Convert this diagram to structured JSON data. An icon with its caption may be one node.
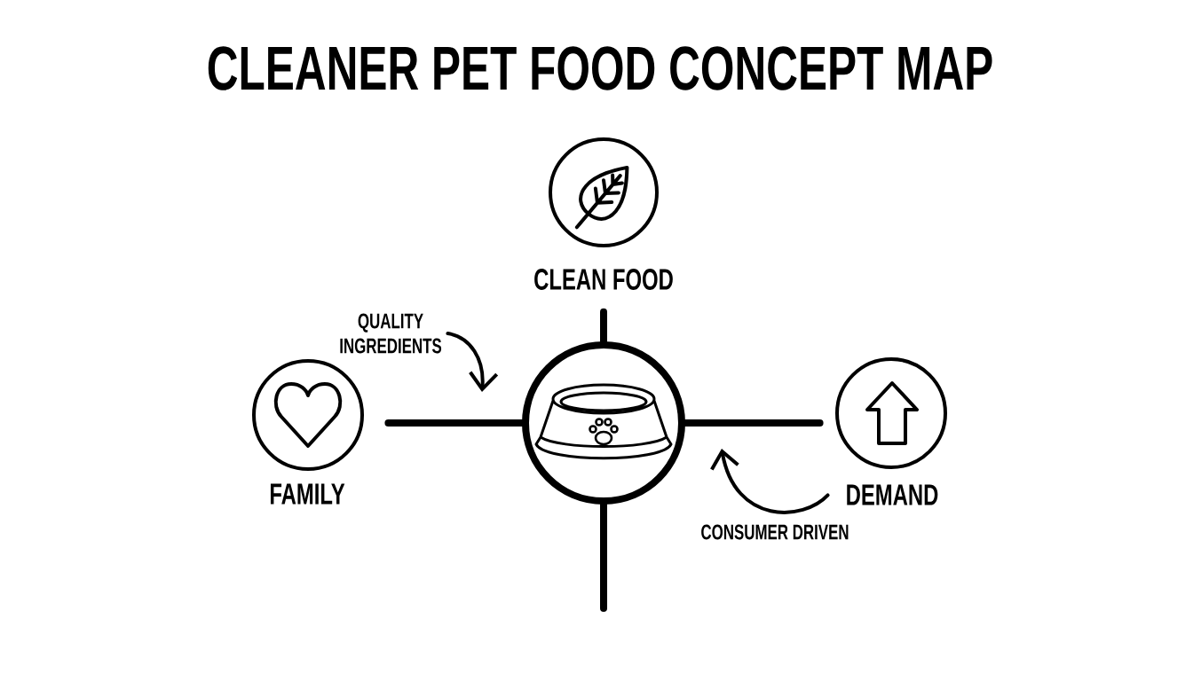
{
  "diagram": {
    "title": "CLEANER PET FOOD CONCEPT MAP",
    "nodes": [
      {
        "text": [],
        "shape": "circle"
      },
      {
        "text": [
          "CLEAN FOOD"
        ]
      },
      {
        "text": [
          "FAMILY"
        ]
      },
      {
        "text": [
          "DEMAND"
        ]
      },
      {
        "text": [
          "QUALITY INGREDIENTS"
        ]
      }
    ],
    "edges": [
      {
        "from": 1,
        "to": 0,
        "arrow": "none"
      },
      {
        "from": 2,
        "to": 0,
        "arrow": "none"
      },
      {
        "from": 0,
        "to": 3,
        "arrow": "none"
      },
      {
        "from": 0,
        "to": null,
        "arrow": "none"
      },
      {
        "from": 4,
        "to": null,
        "arrow": "to"
      },
      {
        "from": 3,
        "to": null,
        "arrow": "to",
        "label": "CONSUMER DRIVEN"
      }
    ]
  }
}
